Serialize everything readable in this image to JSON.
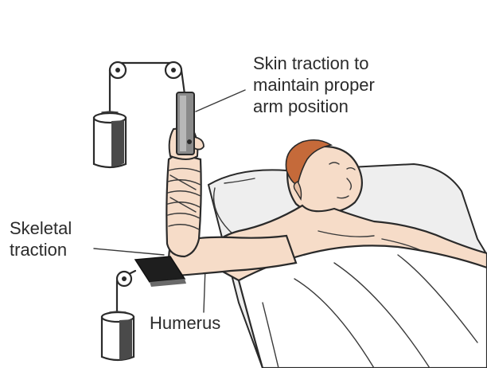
{
  "labels": {
    "skin_traction": [
      "Skin traction to",
      "maintain proper",
      "arm position"
    ],
    "skeletal_traction": [
      "Skeletal",
      "traction"
    ],
    "humerus": "Humerus"
  },
  "colors": {
    "skin": "#f6dcc8",
    "skin_shade": "#e7bfa4",
    "hair": "#c56a3a",
    "sheet": "#ffffff",
    "sheet_shade": "#d9d9d9",
    "pillow": "#eeeeee",
    "weight_dark": "#4a4a4a",
    "splint": "#8a8a8a",
    "outline": "#2a2a2a"
  }
}
